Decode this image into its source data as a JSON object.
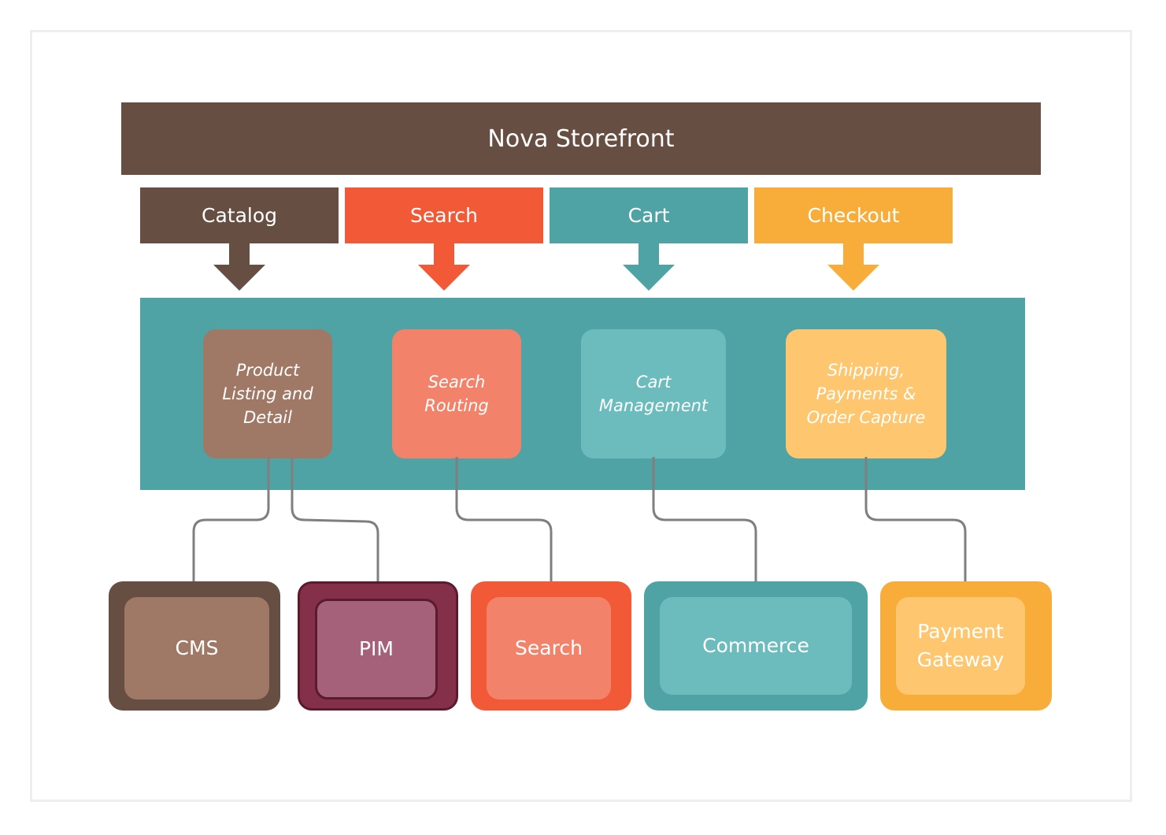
{
  "title": "Nova Storefront",
  "colors": {
    "brown_dark": "#674e42",
    "brown_light": "#a07866",
    "red": "#f15937",
    "salmon": "#f3826a",
    "teal_dark": "#4fa3a5",
    "teal_light": "#6dbcbd",
    "orange": "#f8ad3b",
    "orange_light": "#fec76f",
    "maroon": "#84304a",
    "mauve": "#a5617a",
    "connector": "#7f7f7f"
  },
  "tabs": [
    {
      "label": "Catalog",
      "color": "#674e42"
    },
    {
      "label": "Search",
      "color": "#f15937"
    },
    {
      "label": "Cart",
      "color": "#4fa3a5"
    },
    {
      "label": "Checkout",
      "color": "#f8ad3b"
    }
  ],
  "modules": [
    {
      "label": "Product\nListing  and\nDetail",
      "color": "#a07866"
    },
    {
      "label": "Search\nRouting",
      "color": "#f3826a"
    },
    {
      "label": "Cart\nManagement",
      "color": "#6dbcbd"
    },
    {
      "label": "Shipping,\nPayments &\nOrder Capture",
      "color": "#fec76f"
    }
  ],
  "systems": [
    {
      "label": "CMS"
    },
    {
      "label": "PIM"
    },
    {
      "label": "Search"
    },
    {
      "label": "Commerce"
    },
    {
      "label": "Payment\nGateway"
    }
  ]
}
